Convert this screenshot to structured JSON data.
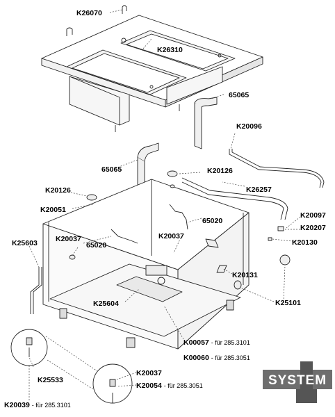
{
  "labels": {
    "k26070": "K26070",
    "k26310": "K26310",
    "p65065a": "65065",
    "k20096": "K20096",
    "p65065b": "65065",
    "k20126a": "K20126",
    "k20126b": "K20126",
    "k26257": "K26257",
    "k20051": "K20051",
    "k20097": "K20097",
    "p65020a": "65020",
    "k20207": "K20207",
    "k20037a": "K20037",
    "k20037b": "K20037",
    "k25603": "K25603",
    "p65020b": "65020",
    "k20130": "K20130",
    "k20131": "K20131",
    "k25604": "K25604",
    "k25101": "K25101",
    "k00057": "K00057",
    "k00057_note": "- für 285.3101",
    "k00060": "K00060",
    "k00060_note": "- für 285.3051",
    "k20037c": "K20037",
    "k20054": "K20054",
    "k20054_note": "- für 285.3051",
    "k25533": "K25533",
    "k20039": "K20039",
    "k20039_note": "- für 285.3101"
  },
  "logo": {
    "text": "SYSTEM"
  }
}
